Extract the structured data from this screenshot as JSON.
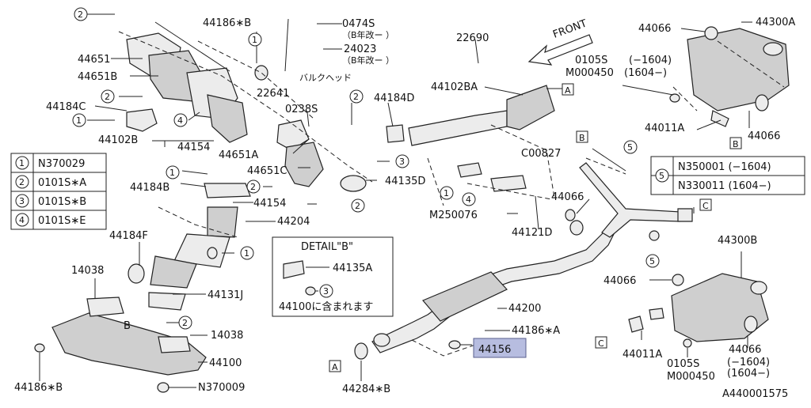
{
  "diagram": {
    "reference_id": "A440001575",
    "front_label": "FRONT",
    "highlighted_part": "44156",
    "callouts": {
      "c_2_top": "2",
      "p44186B_top": "44186∗B",
      "c_1_a": "1",
      "p0474S": "0474S",
      "p0474S_note": "（B年改ー ）",
      "p24023": "24023",
      "p24023_note": "（B年改ー ）",
      "bulkhead": "バルクヘッド",
      "p22690": "22690",
      "p44066_tr": "44066",
      "p44300A": "44300A",
      "p44651": "44651",
      "p44651B": "44651B",
      "p22641": "22641",
      "p44102BA": "44102BA",
      "p0105S_tr": "0105S",
      "p0105S_tr_range": "(−1604)",
      "pM000450_tr": "M000450",
      "pM000450_tr_range": "(1604−)",
      "p44184C": "44184C",
      "c_2_b": "2",
      "c_1_b": "1",
      "c_4_a": "4",
      "p0238S": "0238S",
      "c_2_c": "2",
      "p44184D": "44184D",
      "boxA_top": "A",
      "p44102B": "44102B",
      "p44154_a": "44154",
      "p44651A": "44651A",
      "pC00827": "C00827",
      "p44011A_tr": "44011A",
      "boxB_tr": "B",
      "p44066_tr2": "44066",
      "boxB_mid": "B",
      "c_5_a": "5",
      "p44651C": "44651C",
      "c_3_a": "3",
      "p44184B": "44184B",
      "c_1_c": "1",
      "c_2_d": "2",
      "p44135D": "44135D",
      "c_1_d": "1",
      "c_4_b": "4",
      "p44066_mid": "44066",
      "boxC_mid": "C",
      "p44154_b": "44154",
      "c_2_e": "2",
      "p44204": "44204",
      "pM250076": "M250076",
      "p44121D": "44121D",
      "p44184F": "44184F",
      "c_1_e": "1",
      "c_5_b": "5",
      "p44300B": "44300B",
      "p14038_a": "14038",
      "detail_title": "DETAIL\"B\"",
      "p44135A": "44135A",
      "c_3_b": "3",
      "detail_note": "44100に含まれます",
      "p44066_r": "44066",
      "p44131J": "44131J",
      "p44200": "44200",
      "letterB_inline": "B",
      "c_2_f": "2",
      "p14038_b": "14038",
      "p44186A": "44186∗A",
      "boxC_bottom": "C",
      "p44011A_b": "44011A",
      "p44066_b": "44066",
      "p44066_b_range": "(−1604)",
      "p44066_b_range2": "(1604−)",
      "p44100": "44100",
      "boxA_bottom": "A",
      "p0105S_b": "0105S",
      "pM000450_b": "M000450",
      "p44186B_bottom": "44186∗B",
      "pN370009": "N370009",
      "p44284B": "44284∗B"
    },
    "legend_left": [
      {
        "key": "1",
        "code": "N370029"
      },
      {
        "key": "2",
        "code": "0101S∗A"
      },
      {
        "key": "3",
        "code": "0101S∗B"
      },
      {
        "key": "4",
        "code": "0101S∗E"
      }
    ],
    "legend_right": [
      {
        "key": "5",
        "code": "N350001 (−1604)"
      },
      {
        "key": "",
        "code": "N330011 (1604−)"
      }
    ]
  }
}
